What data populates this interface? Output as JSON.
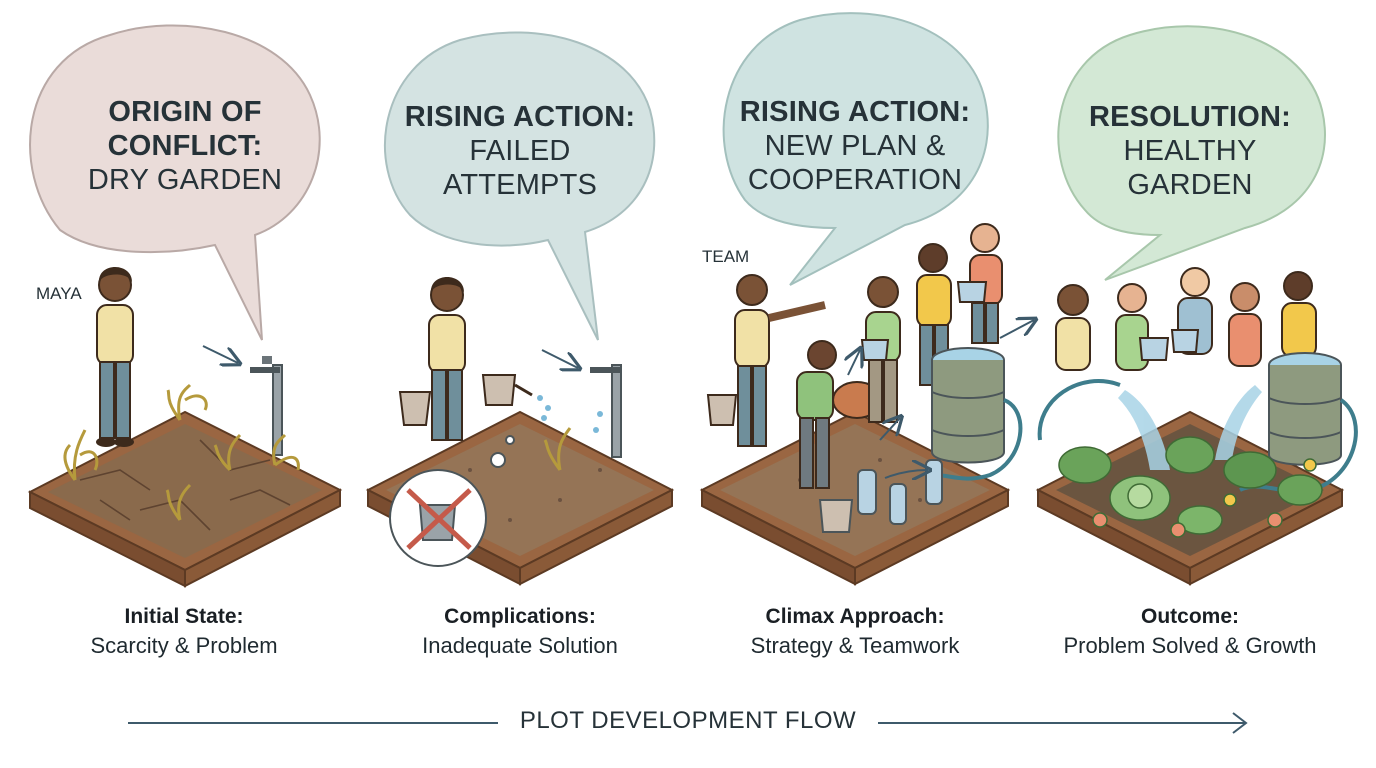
{
  "panels": [
    {
      "heading": "ORIGIN OF CONFLICT:",
      "body": "DRY GARDEN",
      "caption_title": "Initial State:",
      "caption_sub": "Scarcity & Problem",
      "tag": "MAYA",
      "bubble_color": "#eadcd9"
    },
    {
      "heading": "RISING ACTION:",
      "body": "FAILED ATTEMPTS",
      "caption_title": "Complications:",
      "caption_sub": "Inadequate Solution",
      "bubble_color": "#d4e3e2"
    },
    {
      "heading": "RISING ACTION:",
      "body": "NEW PLAN & COOPERATION",
      "caption_title": "Climax Approach:",
      "caption_sub": "Strategy & Teamwork",
      "tag": "TEAM",
      "bubble_color": "#cfe3e1"
    },
    {
      "heading": "RESOLUTION:",
      "body": "HEALTHY GARDEN",
      "caption_title": "Outcome:",
      "caption_sub": "Problem Solved & Growth",
      "bubble_color": "#d3e8d5"
    }
  ],
  "flow": {
    "label": "PLOT DEVELOPMENT FLOW"
  },
  "colors": {
    "soil": "#8a6a4c",
    "soil_light": "#b8946c",
    "wood": "#9a6642",
    "wood_dark": "#7a4d30",
    "water": "#a8d3e6",
    "arrow": "#3e5a6b",
    "plant_dry": "#c9b458",
    "plant_green": "#6aa35a"
  }
}
